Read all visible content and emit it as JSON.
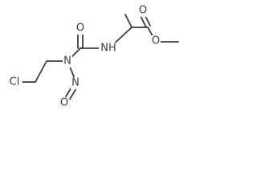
{
  "molecule": {
    "atoms": {
      "cl": "Cl",
      "n_amide": "N",
      "o_carbonyl_urea": "O",
      "nh": "NH",
      "n_nitroso": "N",
      "o_nitroso": "O",
      "o_carbonyl_ester": "O",
      "o_ester": "O"
    }
  }
}
